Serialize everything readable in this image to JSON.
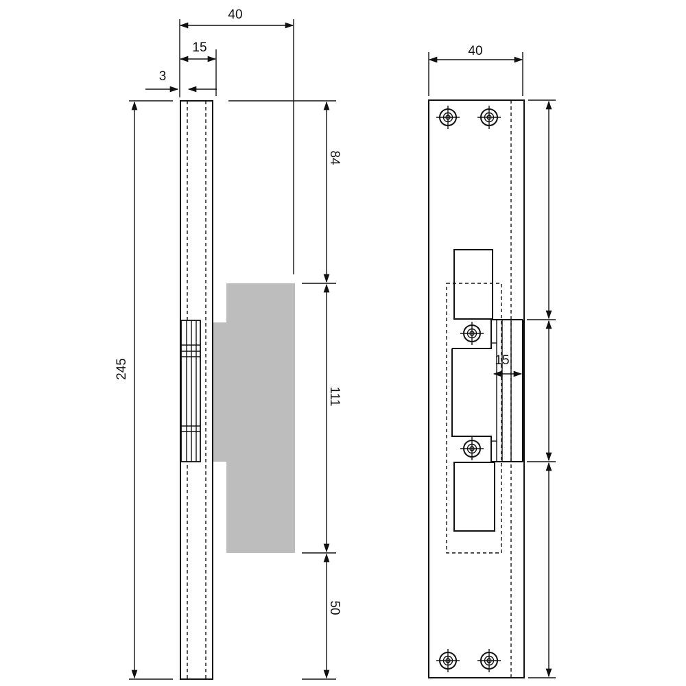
{
  "left_view": {
    "dimensions": {
      "overall_width": "40",
      "plate_width": "15",
      "lip": "3",
      "total_height": "245",
      "top_offset": "84",
      "keeper_height": "111",
      "bottom_offset": "50"
    }
  },
  "right_view": {
    "dimensions": {
      "plate_width": "40",
      "latch_depth": "15"
    }
  },
  "colors": {
    "line": "#111111",
    "door_shading": "#bdbdbd"
  }
}
